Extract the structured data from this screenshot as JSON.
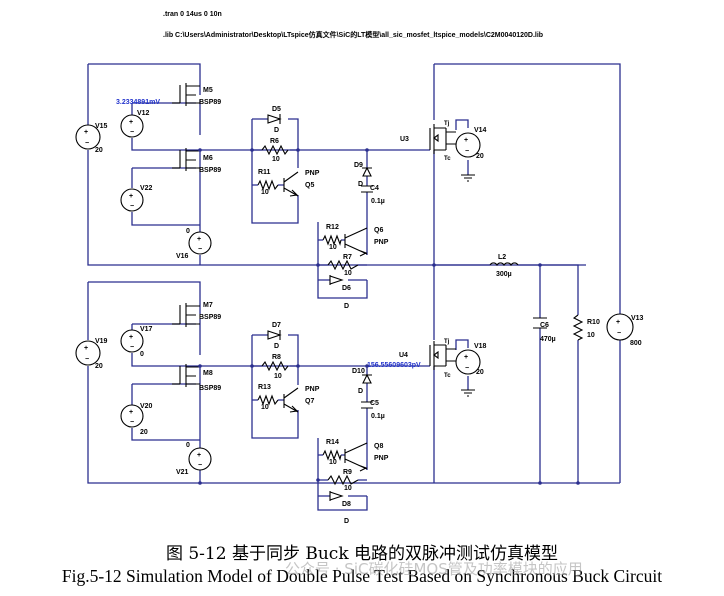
{
  "directives": {
    "tran": ".tran 0 14us 0 10n",
    "lib": ".lib C:\\Users\\Administrator\\Desktop\\LTspice仿真文件\\SiC的LT模型\\all_sic_mosfet_ltspice_models\\C2M0040120D.lib"
  },
  "components": {
    "M5": {
      "name": "M5",
      "model": "BSP89"
    },
    "M6": {
      "name": "M6",
      "model": "BSP89"
    },
    "M7": {
      "name": "M7",
      "model": "BSP89"
    },
    "M8": {
      "name": "M8",
      "model": "BSP89"
    },
    "V12": {
      "name": "V12",
      "value": ""
    },
    "V15": {
      "name": "V15",
      "value": "20"
    },
    "V22": {
      "name": "V22",
      "value": ""
    },
    "V16": {
      "name": "V16",
      "value": "0"
    },
    "V17": {
      "name": "V17",
      "value": "0"
    },
    "V19": {
      "name": "V19",
      "value": "20"
    },
    "V20": {
      "name": "V20",
      "value": "20"
    },
    "V21": {
      "name": "V21",
      "value": "0"
    },
    "V14": {
      "name": "V14",
      "value": "20"
    },
    "V18": {
      "name": "V18",
      "value": "20"
    },
    "V13": {
      "name": "V13",
      "value": "800"
    },
    "D5": {
      "name": "D5",
      "value": "D"
    },
    "D6": {
      "name": "D6",
      "value": "D"
    },
    "D7": {
      "name": "D7",
      "value": "D"
    },
    "D8": {
      "name": "D8",
      "value": "D"
    },
    "D9": {
      "name": "D9",
      "value": "D"
    },
    "D10": {
      "name": "D10",
      "value": "D"
    },
    "R6": {
      "name": "R6",
      "value": "10"
    },
    "R7": {
      "name": "R7",
      "value": "10"
    },
    "R8": {
      "name": "R8",
      "value": "10"
    },
    "R9": {
      "name": "R9",
      "value": "10"
    },
    "R10": {
      "name": "R10",
      "value": "10"
    },
    "R11": {
      "name": "R11",
      "value": "10"
    },
    "R12": {
      "name": "R12",
      "value": "10"
    },
    "R13": {
      "name": "R13",
      "value": "10"
    },
    "R14": {
      "name": "R14",
      "value": "10"
    },
    "Q5": {
      "name": "Q5",
      "value": "PNP"
    },
    "Q6": {
      "name": "Q6",
      "value": "PNP"
    },
    "Q7": {
      "name": "Q7",
      "value": "PNP"
    },
    "Q8": {
      "name": "Q8",
      "value": "PNP"
    },
    "C4": {
      "name": "C4",
      "value": "0.1µ"
    },
    "C5": {
      "name": "C5",
      "value": "0.1µ"
    },
    "C6": {
      "name": "C6",
      "value": "470µ"
    },
    "L2": {
      "name": "L2",
      "value": "300µ"
    },
    "U3": {
      "name": "U3"
    },
    "U4": {
      "name": "U4"
    }
  },
  "pins": {
    "tj": "Tj",
    "tc": "Tc"
  },
  "probes": {
    "p1": "3.2334891mV",
    "p2": "156.55609603pV"
  },
  "caption": {
    "cn": "图 5-12 基于同步 Buck 电路的双脉冲测试仿真模型",
    "en": "Fig.5-12 Simulation Model of Double Pulse Test Based on Synchronous Buck Circuit"
  },
  "watermark": "公众号 · SiC碳化硅MOS管及功率模块的应用"
}
